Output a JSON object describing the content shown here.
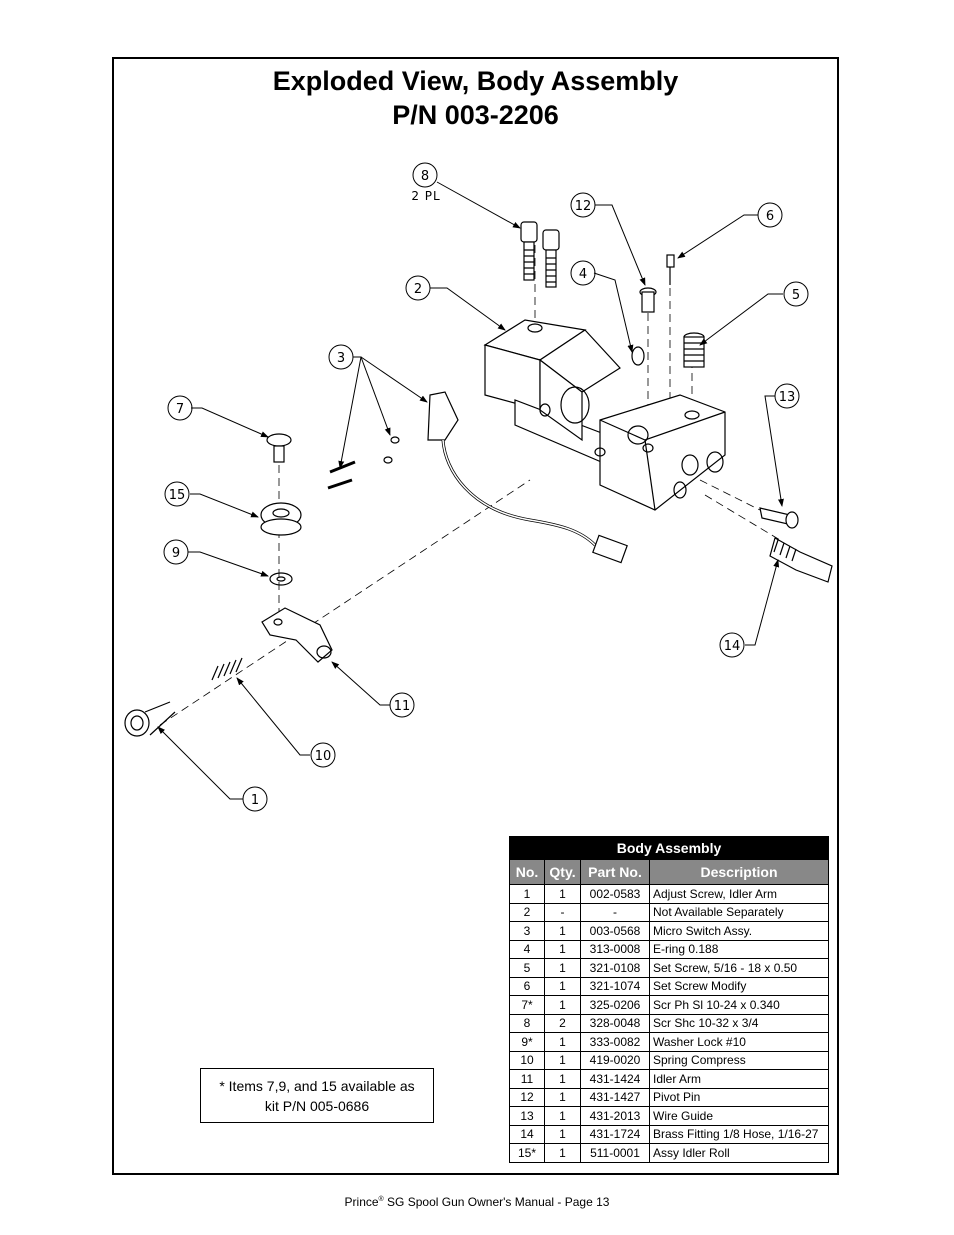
{
  "title": {
    "line1": "Exploded View, Body Assembly",
    "line2": "P/N 003-2206"
  },
  "callouts": [
    "1",
    "2",
    "3",
    "4",
    "5",
    "6",
    "7",
    "8",
    "9",
    "10",
    "11",
    "12",
    "13",
    "14",
    "15"
  ],
  "callout_8_note": "2 PL",
  "table": {
    "caption": "Body Assembly",
    "headers": [
      "No.",
      "Qty.",
      "Part No.",
      "Description"
    ],
    "rows": [
      [
        "1",
        "1",
        "002-0583",
        "Adjust Screw, Idler Arm"
      ],
      [
        "2",
        "-",
        "-",
        "Not Available Separately"
      ],
      [
        "3",
        "1",
        "003-0568",
        "Micro Switch Assy."
      ],
      [
        "4",
        "1",
        "313-0008",
        "E-ring 0.188"
      ],
      [
        "5",
        "1",
        "321-0108",
        "Set Screw, 5/16 - 18 x 0.50"
      ],
      [
        "6",
        "1",
        "321-1074",
        "Set Screw Modify"
      ],
      [
        "7*",
        "1",
        "325-0206",
        "Scr Ph Sl 10-24 x 0.340"
      ],
      [
        "8",
        "2",
        "328-0048",
        "Scr Shc 10-32 x 3/4"
      ],
      [
        "9*",
        "1",
        "333-0082",
        "Washer Lock #10"
      ],
      [
        "10",
        "1",
        "419-0020",
        "Spring Compress"
      ],
      [
        "11",
        "1",
        "431-1424",
        "Idler Arm"
      ],
      [
        "12",
        "1",
        "431-1427",
        "Pivot Pin"
      ],
      [
        "13",
        "1",
        "431-2013",
        "Wire Guide"
      ],
      [
        "14",
        "1",
        "431-1724",
        "Brass Fitting 1/8 Hose, 1/16-27"
      ],
      [
        "15*",
        "1",
        "511-0001",
        "Assy Idler Roll"
      ]
    ]
  },
  "note": {
    "line1": "* Items 7,9, and 15 available as",
    "line2": "kit P/N 005-0686"
  },
  "footer": {
    "brand": "Prince",
    "reg": "®",
    "text": " SG Spool Gun Owner's Manual - Page 13"
  }
}
